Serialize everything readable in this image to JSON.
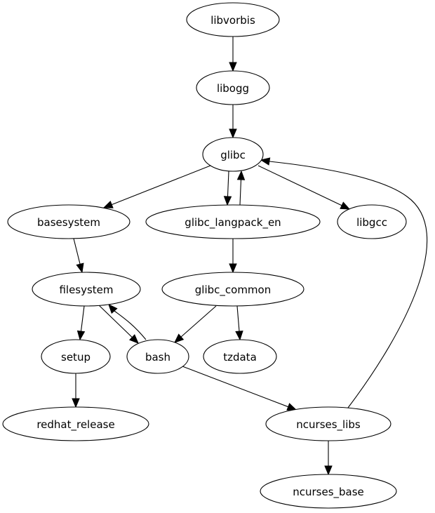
{
  "diagram": {
    "type": "directed-dependency-graph",
    "nodes": [
      {
        "id": "libvorbis",
        "label": "libvorbis"
      },
      {
        "id": "libogg",
        "label": "libogg"
      },
      {
        "id": "glibc",
        "label": "glibc"
      },
      {
        "id": "basesystem",
        "label": "basesystem"
      },
      {
        "id": "glibc_langpack_en",
        "label": "glibc_langpack_en"
      },
      {
        "id": "libgcc",
        "label": "libgcc"
      },
      {
        "id": "filesystem",
        "label": "filesystem"
      },
      {
        "id": "glibc_common",
        "label": "glibc_common"
      },
      {
        "id": "setup",
        "label": "setup"
      },
      {
        "id": "bash",
        "label": "bash"
      },
      {
        "id": "tzdata",
        "label": "tzdata"
      },
      {
        "id": "redhat_release",
        "label": "redhat_release"
      },
      {
        "id": "ncurses_libs",
        "label": "ncurses_libs"
      },
      {
        "id": "ncurses_base",
        "label": "ncurses_base"
      }
    ],
    "edges": [
      {
        "from": "libvorbis",
        "to": "libogg"
      },
      {
        "from": "libogg",
        "to": "glibc"
      },
      {
        "from": "glibc",
        "to": "basesystem"
      },
      {
        "from": "glibc",
        "to": "glibc_langpack_en"
      },
      {
        "from": "glibc_langpack_en",
        "to": "glibc"
      },
      {
        "from": "glibc",
        "to": "libgcc"
      },
      {
        "from": "basesystem",
        "to": "filesystem"
      },
      {
        "from": "glibc_langpack_en",
        "to": "glibc_common"
      },
      {
        "from": "filesystem",
        "to": "setup"
      },
      {
        "from": "filesystem",
        "to": "bash"
      },
      {
        "from": "bash",
        "to": "filesystem"
      },
      {
        "from": "glibc_common",
        "to": "bash"
      },
      {
        "from": "glibc_common",
        "to": "tzdata"
      },
      {
        "from": "setup",
        "to": "redhat_release"
      },
      {
        "from": "bash",
        "to": "ncurses_libs"
      },
      {
        "from": "ncurses_libs",
        "to": "glibc"
      },
      {
        "from": "ncurses_libs",
        "to": "ncurses_base"
      }
    ]
  }
}
